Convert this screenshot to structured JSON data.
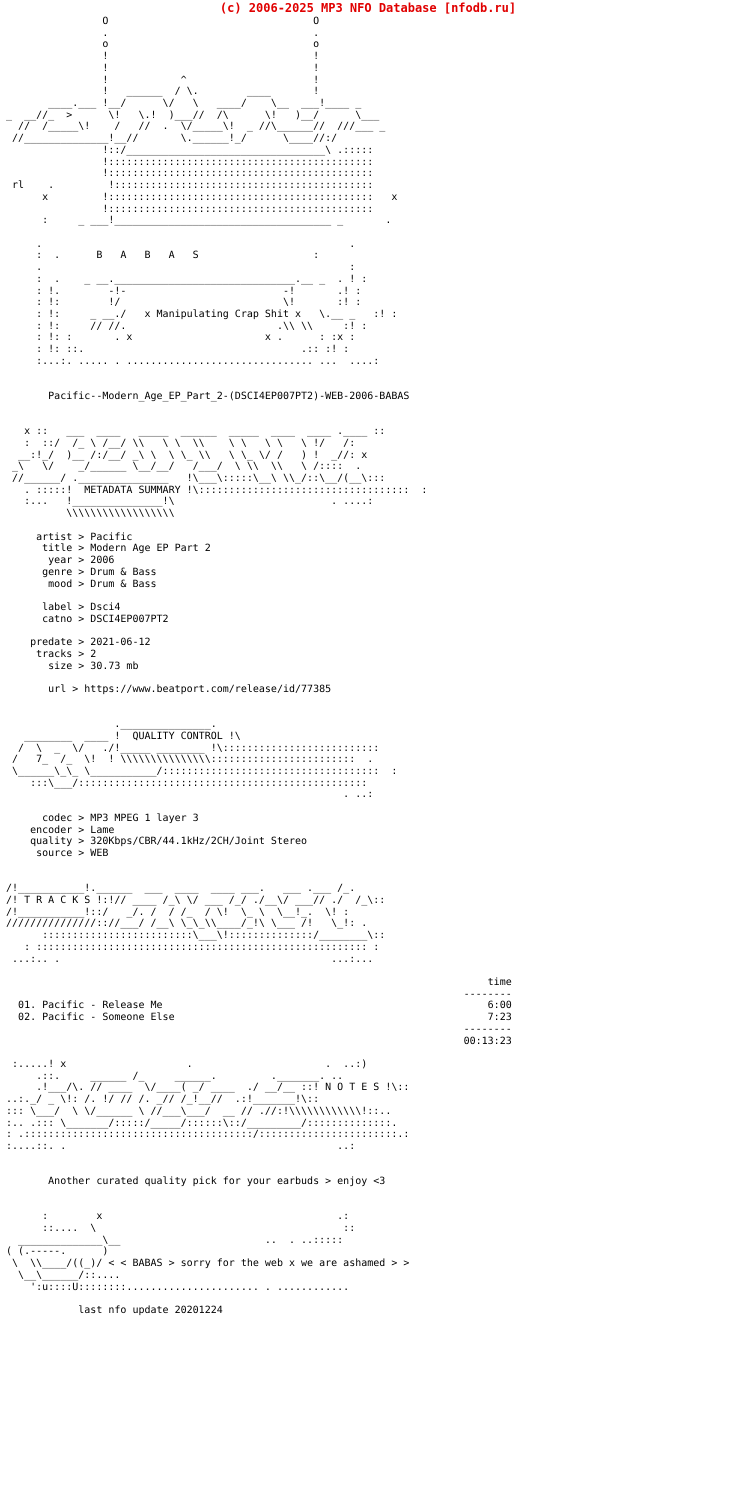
{
  "site_header": "(c) 2006-2025 MP3 NFO Database [nfodb.ru]",
  "colors": {
    "header_red": "#e00000",
    "text_black": "#000000",
    "background": "#ffffff"
  },
  "banner": {
    "group_letters": "B   A   B   A   S",
    "tagline": "x Manipulating Crap Shit x",
    "release_name": "Pacific--Modern_Age_EP_Part_2-(DSCI4EP007PT2)-WEB-2006-BABAS"
  },
  "sections": {
    "metadata_summary_label": "METADATA SUMMARY",
    "quality_control_label": "QUALITY CONTROL",
    "tracks_label": "T R A C K S",
    "notes_label": "N O T E S"
  },
  "metadata": {
    "arrow": ">",
    "fields": [
      {
        "key": "artist",
        "value": "Pacific"
      },
      {
        "key": "title",
        "value": "Modern Age EP Part 2"
      },
      {
        "key": "year",
        "value": "2006"
      },
      {
        "key": "genre",
        "value": "Drum & Bass"
      },
      {
        "key": "mood",
        "value": "Drum & Bass"
      },
      {
        "key": "label",
        "value": "Dsci4"
      },
      {
        "key": "catno",
        "value": "DSCI4EP007PT2"
      },
      {
        "key": "predate",
        "value": "2021-06-12"
      },
      {
        "key": "tracks",
        "value": "2"
      },
      {
        "key": "size",
        "value": "30.73 mb"
      },
      {
        "key": "url",
        "value": "https://www.beatport.com/release/id/77385"
      }
    ]
  },
  "quality": {
    "arrow": ">",
    "fields": [
      {
        "key": "codec",
        "value": "MP3 MPEG 1 layer 3"
      },
      {
        "key": "encoder",
        "value": "Lame"
      },
      {
        "key": "quality",
        "value": "320Kbps/CBR/44.1kHz/2CH/Joint Stereo"
      },
      {
        "key": "source",
        "value": "WEB"
      }
    ]
  },
  "tracklist": {
    "time_header": "time",
    "rows": [
      {
        "num": "01.",
        "title": "Pacific - Release Me",
        "time": "6:00"
      },
      {
        "num": "02.",
        "title": "Pacific - Someone Else",
        "time": "7:23"
      }
    ],
    "total_time": "00:13:23"
  },
  "notes": {
    "text": "Another curated quality pick for your earbuds > enjoy <3"
  },
  "footer": {
    "greet": "< < BABAS > sorry for the web x we are ashamed > >",
    "last_update": "last nfo update 20201224"
  },
  "ascii": {
    "logo_top": "                  O                                 O\n                  .                                 .\n                  o                                 o\n                  !                                 !\n                  !                                 !\n                  !                                 !\n       __         !          _______          ______!\n _  __//_  ____>__!____>____/       \\__   ___/      !___\n  //_/ \\__/      !    //     \\ _____/ \\_//  \\_____  !  //___ _\n //______________!___//      /       \\/          \\__!_///\n                 !::/______//         \\___     ____/ !\n                 !:::::::::::::::::::::::::::::::::::!\n                 !:::::::::::::::::::::::::::::::::::!\n  rl     .        !::::::::::::::::::::::::::::::::::!\n        x        !::::::::::::::::::::::::::::::::::!      x\n                 !::::::::::::::::::::::::::::::::::!\n        :    _ ___!_________________________________!___ _      .",
    "banner_body": "      .                                                    .\n      :  .      B     A     B     A     S                   :\n      .                                                    :\n      :  .    _ __.______________________________.__  _  . ! :\n      : !.        -!-                           -!      .! :\n      : !:        !/        x Manipulating Crap Shit x  \\!  :! :\n      : !:     _ __./                              \\.__ _   :! :\n      : !:     // //.                              .\\\\ \\\\   :! :\n      : !: :      . x                            x .     : :x :\n      : !: ::.                                      .:: :! :\n      :...:. ..... . ................................ ... ....:"
  }
}
